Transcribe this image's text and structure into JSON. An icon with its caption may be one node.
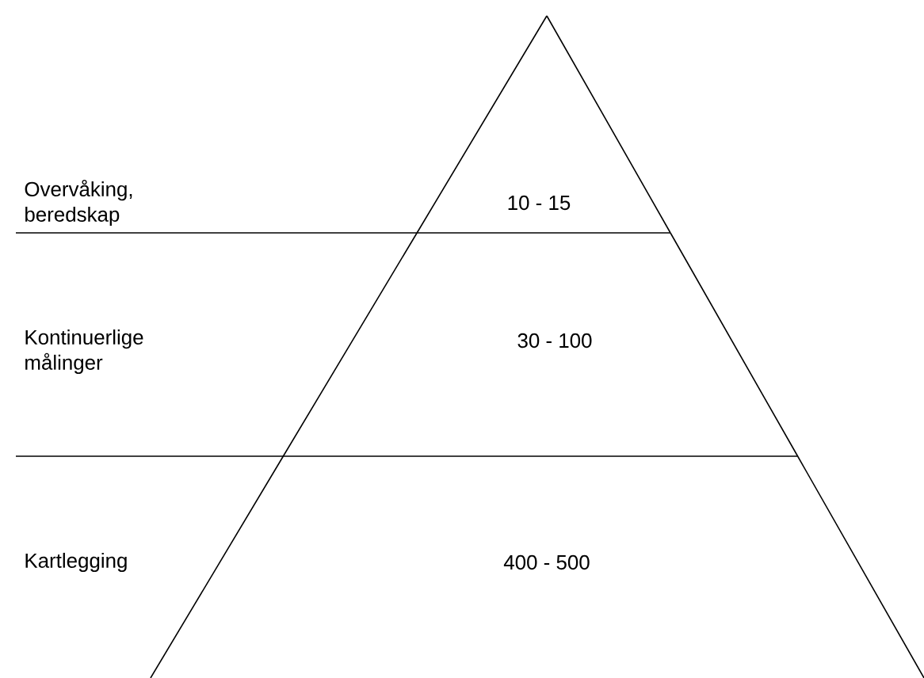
{
  "diagram": {
    "nodes": [
      {
        "text": [
          "10 - 15"
        ]
      },
      {
        "text": [
          "30 - 100"
        ]
      },
      {
        "text": [
          "400 - 500"
        ]
      }
    ],
    "labels": [
      "Overvåking, beredskap",
      "Kontinuerlige målinger",
      "Kartlegging"
    ]
  }
}
